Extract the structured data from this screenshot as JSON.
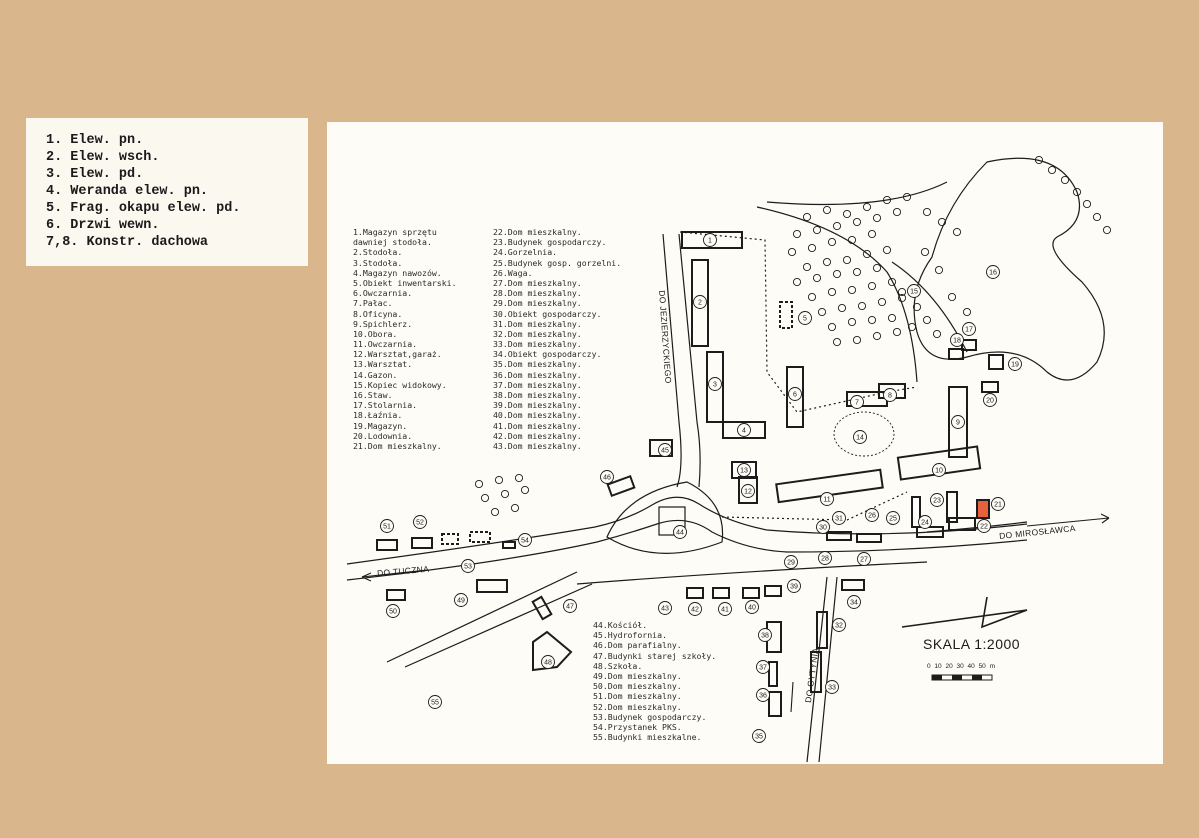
{
  "label_card": {
    "lines": [
      "1. Elew. pn.",
      "2. Elew. wsch.",
      "3. Elew. pd.",
      "4. Weranda elew. pn.",
      "5. Frag. okapu elew. pd.",
      "6. Drzwi wewn.",
      "7,8. Konstr. dachowa"
    ]
  },
  "map": {
    "legend_col1": [
      "1.Magazyn sprzętu",
      "  dawniej stodoła.",
      "2.Stodoła.",
      "3.Stodoła.",
      "4.Magazyn nawozów.",
      "5.Obiekt inwentarski.",
      "6.Owczarnia.",
      "7.Pałac.",
      "8.Oficyna.",
      "9.Spichlerz.",
      "10.Obora.",
      "11.Owczarnia.",
      "12.Warsztat,garaż.",
      "13.Warsztat.",
      "14.Gazon.",
      "15.Kopiec widokowy.",
      "16.Staw.",
      "17.Stolarnia.",
      "18.Łaźnia.",
      "19.Magazyn.",
      "20.Lodownia.",
      "21.Dom mieszkalny."
    ],
    "legend_col2": [
      "22.Dom mieszkalny.",
      "23.Budynek gospodarczy.",
      "24.Gorzelnia.",
      "25.Budynek gosp. gorzelni.",
      "26.Waga.",
      "27.Dom mieszkalny.",
      "28.Dom mieszkalny.",
      "29.Dom mieszkalny.",
      "30.Obiekt gospodarczy.",
      "31.Dom mieszkalny.",
      "32.Dom mieszkalny.",
      "33.Dom mieszkalny.",
      "34.Obiekt gospodarczy.",
      "35.Dom mieszkalny.",
      "36.Dom mieszkalny.",
      "37.Dom mieszkalny.",
      "38.Dom mieszkalny.",
      "39.Dom mieszkalny.",
      "40.Dom mieszkalny.",
      "41.Dom mieszkalny.",
      "42.Dom mieszkalny.",
      "43.Dom mieszkalny."
    ],
    "legend_col3": [
      "44.Kościół.",
      "45.Hydrofornia.",
      "46.Dom parafialny.",
      "47.Budynki starej szkoły.",
      "48.Szkoła.",
      "49.Dom mieszkalny.",
      "50.Dom mieszkalny.",
      "51.Dom mieszkalny.",
      "52.Dom mieszkalny.",
      "53.Budynek gospodarczy.",
      "54.Przystanek PKS.",
      "55.Budynki mieszkalne."
    ],
    "road_labels": {
      "north": "DO JEZIERZYCKIEGO",
      "east": "DO MIROSŁAWCA",
      "west": "DO TUCZNA",
      "south": "DO GYTYNIA"
    },
    "scale_title": "SKALA 1:2000",
    "scale_ticks": "0 10 20 30 40 50 m",
    "building_numbers": [
      "1",
      "2",
      "3",
      "4",
      "5",
      "6",
      "7",
      "8",
      "9",
      "10",
      "11",
      "12",
      "13",
      "14",
      "15",
      "16",
      "17",
      "18",
      "19",
      "20",
      "21",
      "22",
      "23",
      "24",
      "25",
      "26",
      "27",
      "28",
      "29",
      "30",
      "31",
      "32",
      "33",
      "34",
      "35",
      "36",
      "37",
      "38",
      "39",
      "40",
      "41",
      "42",
      "43",
      "44",
      "45",
      "46",
      "47",
      "48",
      "49",
      "50",
      "51",
      "52",
      "53",
      "54",
      "55"
    ],
    "highlighted_building": "21",
    "highlight_color": "#e8603c",
    "ink_color": "#1c1c1c",
    "paper_color": "#fdfcf6",
    "mount_color": "#d9b68c"
  }
}
